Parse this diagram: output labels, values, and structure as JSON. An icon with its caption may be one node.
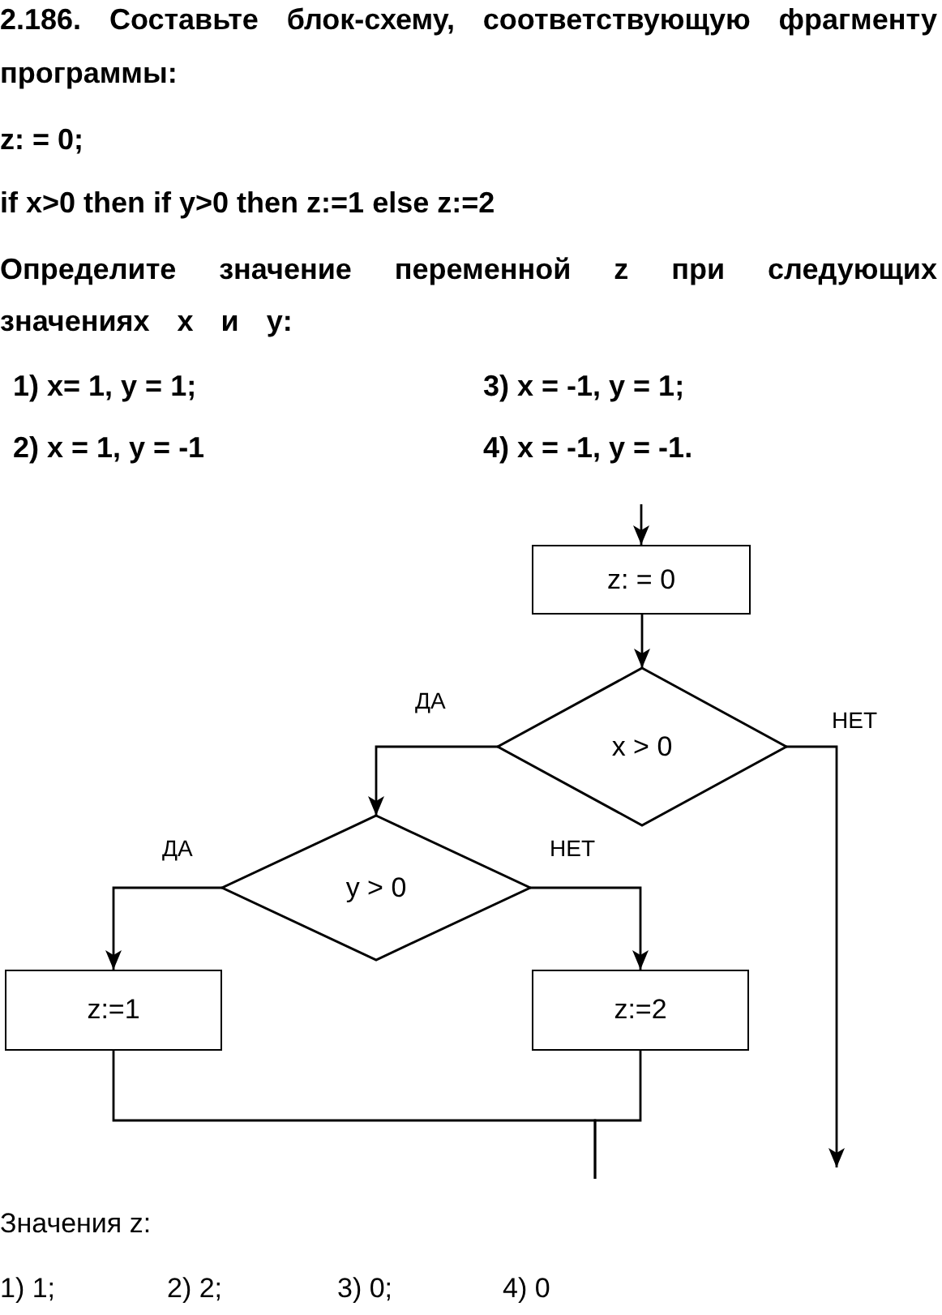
{
  "diagram": {
    "title": "2.186. Составьте блок-схему, соответствующую фрагменту программы:",
    "nodes": [
      {
        "text": [
          "z: = 0"
        ]
      },
      {
        "text": [
          "x > 0"
        ]
      },
      {
        "text": [
          "y > 0"
        ]
      },
      {
        "text": [
          "z:=1"
        ]
      },
      {
        "text": [
          "z:=2"
        ]
      }
    ],
    "edges": [
      {
        "from": null,
        "to": 0,
        "arrow": "to"
      },
      {
        "from": 0,
        "to": 1,
        "arrow": "to"
      },
      {
        "from": 1,
        "to": 2,
        "arrow": "to",
        "label": "ДА"
      },
      {
        "from": 1,
        "to": null,
        "arrow": "to",
        "label": "НЕТ"
      },
      {
        "from": 2,
        "to": 3,
        "arrow": "to",
        "label": "ДА"
      },
      {
        "from": 2,
        "to": 4,
        "arrow": "to",
        "label": "НЕТ"
      },
      {
        "from": 3,
        "to": null,
        "arrow": "none"
      },
      {
        "from": 4,
        "to": null,
        "arrow": "none"
      }
    ],
    "labels": [
      "z: = 0;",
      "if x>0 then if y>0 then z:=1 else z:=2",
      "Определите значение переменной z при следующих значениях x и y:",
      "1) x= 1, y = 1;",
      "3) x = -1, y = 1;",
      "2) x = 1, y = -1",
      "4) x = -1, y = -1.",
      "Значения z:",
      "1) 1;",
      "2) 2;",
      "3) 0;",
      "4) 0"
    ]
  }
}
